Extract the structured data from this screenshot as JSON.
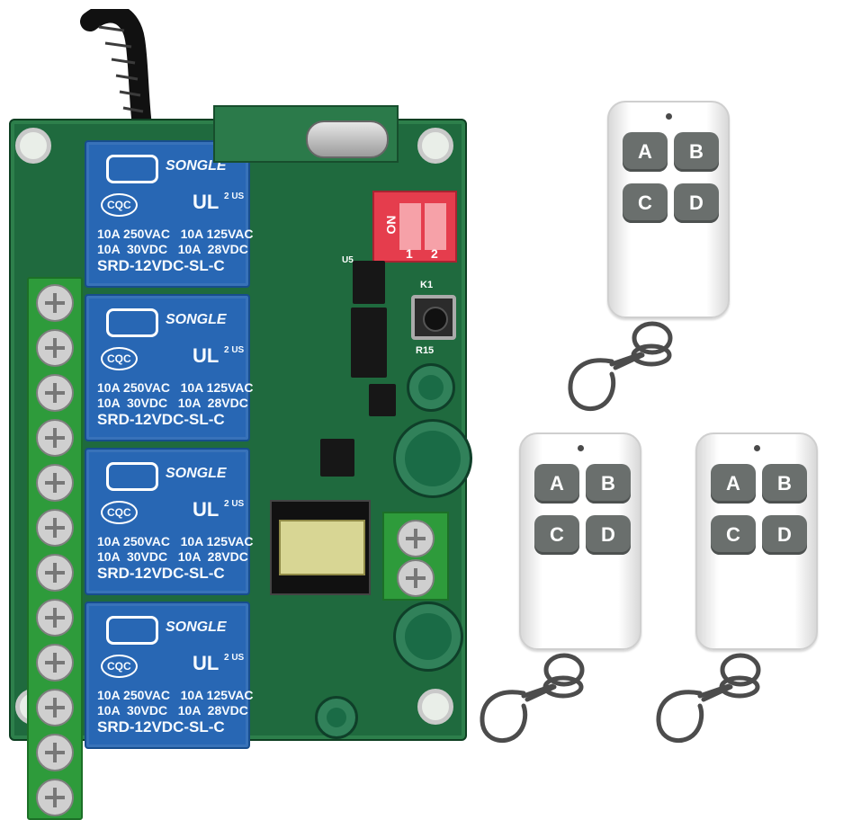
{
  "relay_board": {
    "relays": [
      {
        "brand": "SONGLE",
        "mark_cqc": "CQC",
        "mark_ul": "UL",
        "mark_region": "2\nUS",
        "rating_lines": "10A 250VAC   10A 125VAC\n10A  30VDC   10A  28VDC",
        "model": "SRD-12VDC-SL-C"
      },
      {
        "brand": "SONGLE",
        "mark_cqc": "CQC",
        "mark_ul": "UL",
        "mark_region": "2\nUS",
        "rating_lines": "10A 250VAC   10A 125VAC\n10A  30VDC   10A  28VDC",
        "model": "SRD-12VDC-SL-C"
      },
      {
        "brand": "SONGLE",
        "mark_cqc": "CQC",
        "mark_ul": "UL",
        "mark_region": "2\nUS",
        "rating_lines": "10A 250VAC   10A 125VAC\n10A  30VDC   10A  28VDC",
        "model": "SRD-12VDC-SL-C"
      },
      {
        "brand": "SONGLE",
        "mark_cqc": "CQC",
        "mark_ul": "UL",
        "mark_region": "2\nUS",
        "rating_lines": "10A 250VAC   10A 125VAC\n10A  30VDC   10A  28VDC",
        "model": "SRD-12VDC-SL-C"
      }
    ],
    "dip_switch": {
      "on_label": "ON",
      "switch_1": "1",
      "switch_2": "2"
    },
    "silkscreen": {
      "k1": "K1",
      "r15": "R15",
      "u5": "U5"
    }
  },
  "remotes": [
    {
      "buttons": [
        "A",
        "B",
        "C",
        "D"
      ]
    },
    {
      "buttons": [
        "A",
        "B",
        "C",
        "D"
      ]
    },
    {
      "buttons": [
        "A",
        "B",
        "C",
        "D"
      ]
    }
  ]
}
